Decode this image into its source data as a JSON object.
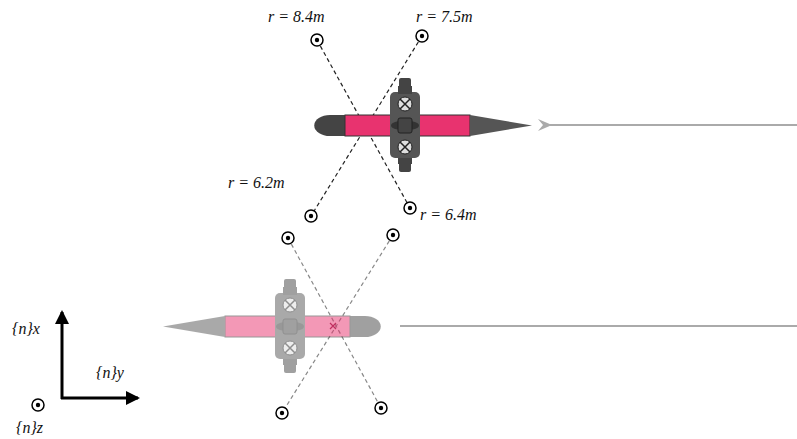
{
  "diagram": {
    "labels": [
      "r = 8.4m",
      "r = 7.5m",
      "r = 6.2m",
      "r = 6.4m",
      "{n}x",
      "{n}y",
      "{n}z"
    ]
  }
}
